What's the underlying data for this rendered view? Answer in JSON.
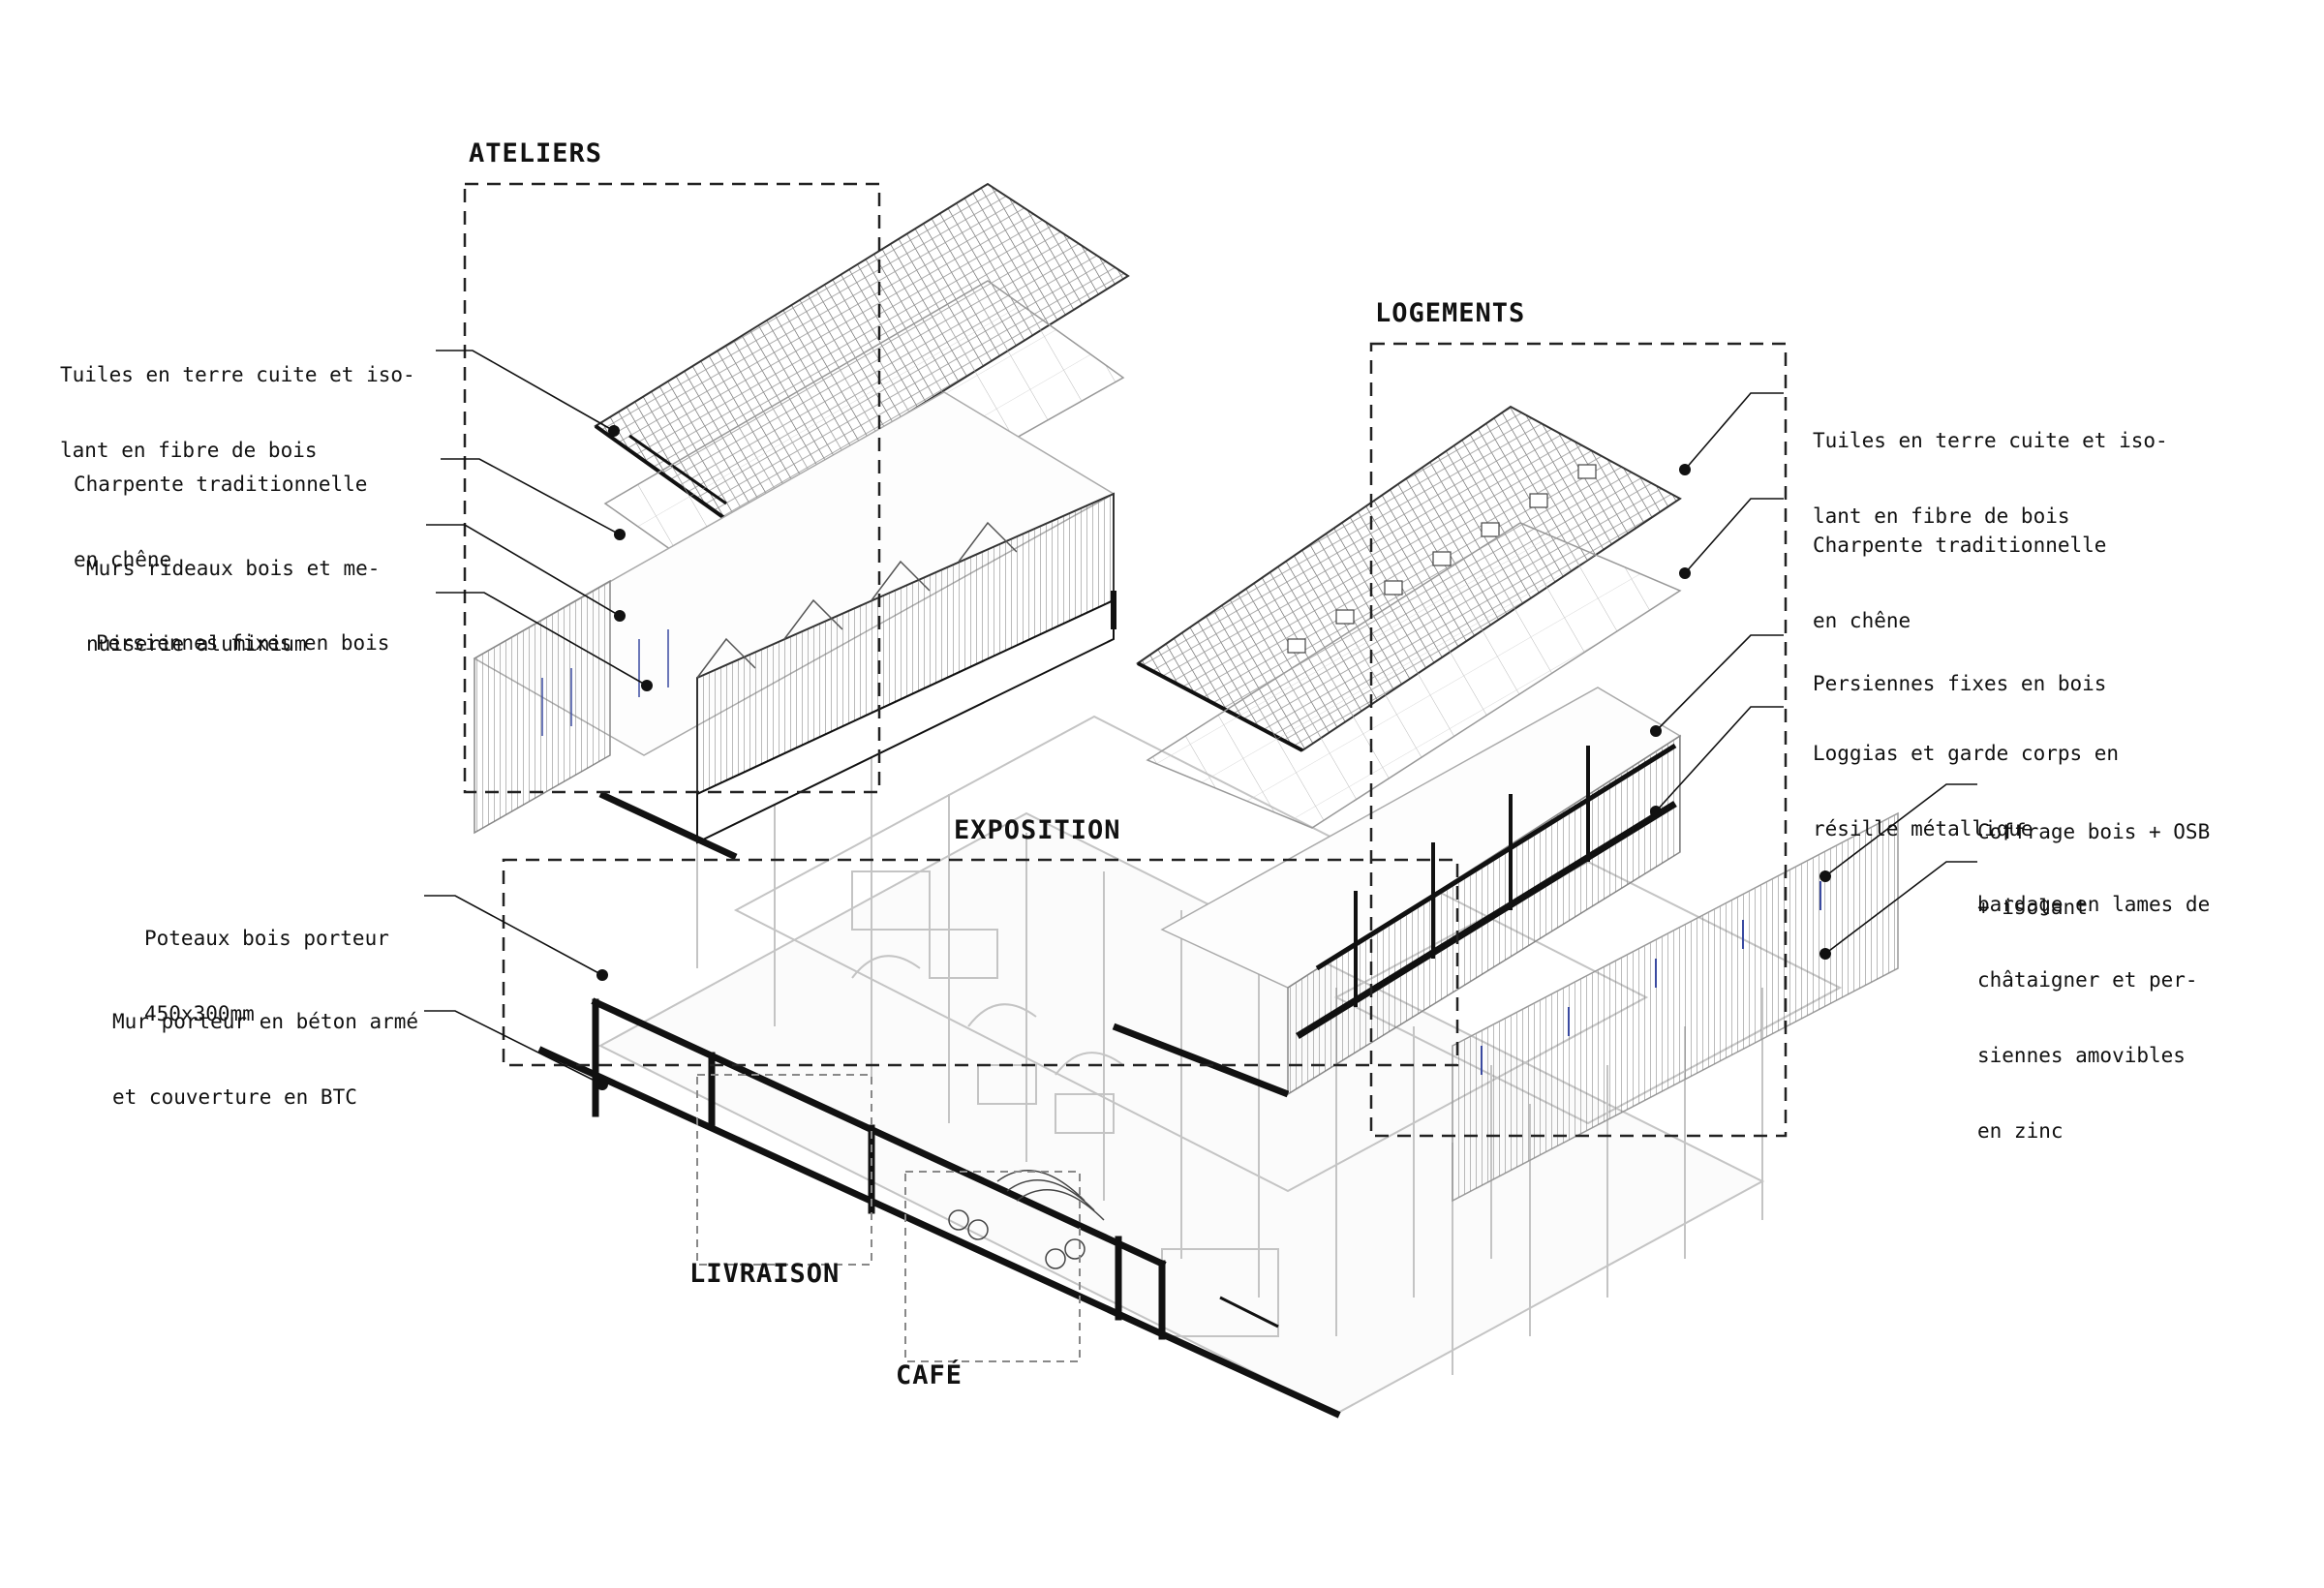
{
  "zones": {
    "ateliers": "ATELIERS",
    "logements": "LOGEMENTS",
    "exposition": "EXPOSITION",
    "livraison": "LIVRAISON",
    "cafe": "CAFÉ"
  },
  "annotations_left": [
    {
      "lines": [
        "Tuiles en terre cuite et iso-",
        "lant en fibre de bois"
      ]
    },
    {
      "lines": [
        "Charpente traditionnelle",
        "en chêne"
      ]
    },
    {
      "lines": [
        "Murs rideaux bois et me-",
        "nuiserie aluminium"
      ]
    },
    {
      "lines": [
        "Persiennes fixes en bois"
      ]
    },
    {
      "lines": [
        "Poteaux bois porteur",
        "450x300mm"
      ]
    },
    {
      "lines": [
        "Mur porteur en béton armé",
        "et couverture en BTC"
      ]
    }
  ],
  "annotations_right": [
    {
      "lines": [
        "Tuiles en terre cuite et iso-",
        "lant en fibre de bois"
      ]
    },
    {
      "lines": [
        "Charpente traditionnelle",
        "en chêne"
      ]
    },
    {
      "lines": [
        "Persiennes fixes en bois"
      ]
    },
    {
      "lines": [
        "Loggias et garde corps en",
        "résille métallique"
      ]
    },
    {
      "lines": [
        "Coffrage bois + OSB",
        "+ isolant"
      ]
    },
    {
      "lines": [
        "bardage en lames de",
        "châtaigner et per-",
        "siennes amovibles",
        "en zinc"
      ]
    }
  ],
  "colors": {
    "ink": "#111111",
    "line_light": "#b8b8b8",
    "accent": "#3a4aa0"
  }
}
